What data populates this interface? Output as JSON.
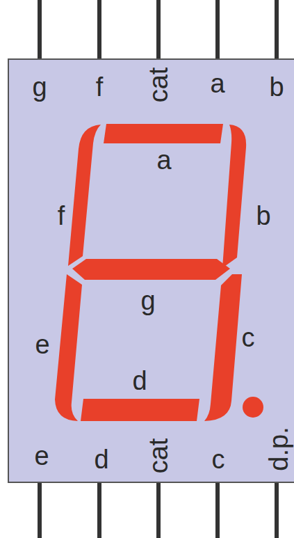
{
  "diagram": {
    "labels": [
      "g",
      "f",
      "cat",
      "a",
      "b",
      "a",
      "f",
      "b",
      "g",
      "e",
      "c",
      "d",
      "e",
      "d",
      "cat",
      "c",
      "d.p."
    ]
  }
}
